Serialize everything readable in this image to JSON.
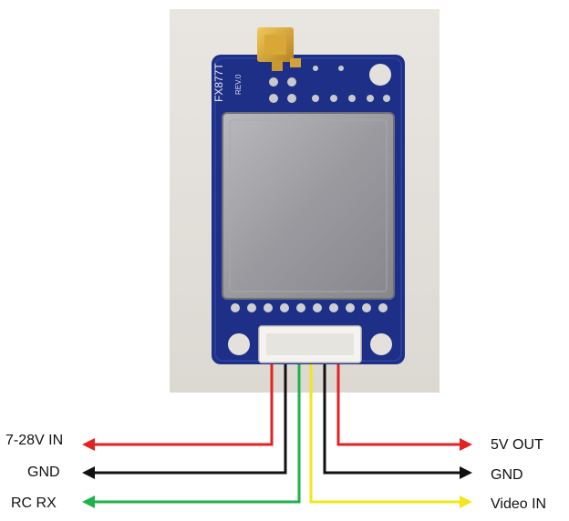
{
  "board": {
    "model_text": "FX877T",
    "revision_text": "REV.0"
  },
  "left_labels": [
    "7-28V IN",
    "GND",
    "RC RX"
  ],
  "right_labels": [
    "5V OUT",
    "GND",
    "Video IN"
  ],
  "wire_colors": {
    "red": "#e32222",
    "black": "#111111",
    "green": "#1fb24a",
    "yellow": "#f2e61c"
  }
}
